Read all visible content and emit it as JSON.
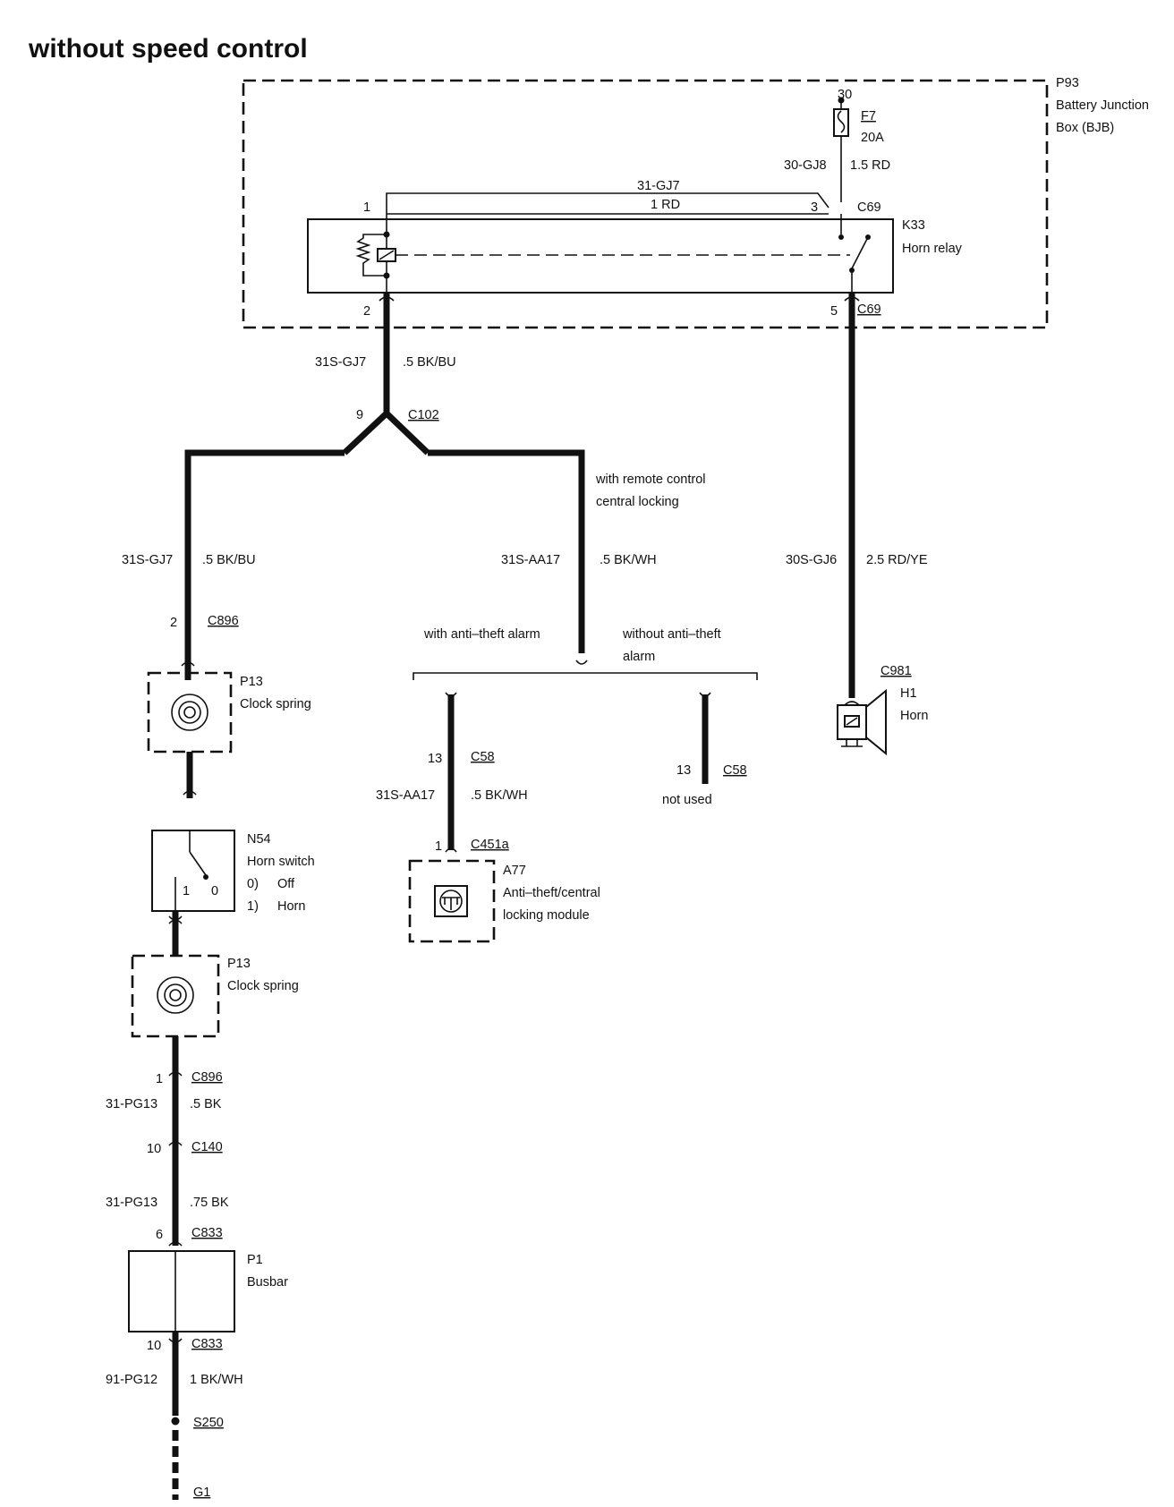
{
  "title": "without speed control",
  "bjb": {
    "id": "P93",
    "name_line1": "Battery Junction",
    "name_line2": "Box (BJB)"
  },
  "fuse": {
    "terminal": "30",
    "id": "F7",
    "rating": "20A",
    "wire_code": "30-GJ8",
    "wire_spec": "1.5 RD"
  },
  "relay": {
    "id": "K33",
    "name": "Horn relay",
    "internal_wire_code": "31-GJ7",
    "internal_wire_spec": "1 RD",
    "pin1": "1",
    "pin2": "2",
    "pin3": "3",
    "pin5": "5",
    "connector_top": "C69",
    "connector_bottom": "C69"
  },
  "wires": {
    "relay_to_c102_code": "31S-GJ7",
    "relay_to_c102_spec": ".5 BK/BU",
    "left_branch_code": "31S-GJ7",
    "left_branch_spec": ".5 BK/BU",
    "middle_branch_code": "31S-AA17",
    "middle_branch_spec": ".5 BK/WH",
    "horn_code": "30S-GJ6",
    "horn_spec": "2.5 RD/YE",
    "c58_code": "31S-AA17",
    "c58_spec": ".5 BK/WH",
    "pg13a_code": "31-PG13",
    "pg13a_spec": ".5 BK",
    "pg13b_code": "31-PG13",
    "pg13b_spec": ".75 BK",
    "pg12_code": "91-PG12",
    "pg12_spec": "1 BK/WH"
  },
  "c102": {
    "pin": "9",
    "id": "C102"
  },
  "remote_note_line1": "with remote control",
  "remote_note_line2": "central locking",
  "alarm_with": "with anti–theft alarm",
  "alarm_without_line1": "without anti–theft",
  "alarm_without_line2": "alarm",
  "c58_left": {
    "pin": "13",
    "id": "C58"
  },
  "c58_right": {
    "pin": "13",
    "id": "C58",
    "note": "not used"
  },
  "c451a": {
    "pin": "1",
    "id": "C451a"
  },
  "module": {
    "id": "A77",
    "name_line1": "Anti–theft/central",
    "name_line2": "locking module"
  },
  "horn": {
    "connector": "C981",
    "id": "H1",
    "name": "Horn"
  },
  "c896_top": {
    "pin": "2",
    "id": "C896"
  },
  "clock_spring_top": {
    "id": "P13",
    "name": "Clock spring"
  },
  "horn_switch": {
    "id": "N54",
    "name": "Horn switch",
    "pos0_num": "0)",
    "pos0": "Off",
    "pos1_num": "1)",
    "pos1": "Horn",
    "contact1": "1",
    "contact0": "0"
  },
  "clock_spring_bottom": {
    "id": "P13",
    "name": "Clock spring"
  },
  "c896_bottom": {
    "pin": "1",
    "id": "C896"
  },
  "c140": {
    "pin": "10",
    "id": "C140"
  },
  "c833_top": {
    "pin": "6",
    "id": "C833"
  },
  "busbar": {
    "id": "P1",
    "name": "Busbar"
  },
  "c833_bottom": {
    "pin": "10",
    "id": "C833"
  },
  "splice": {
    "id": "S250"
  },
  "ground": {
    "id": "G1"
  }
}
